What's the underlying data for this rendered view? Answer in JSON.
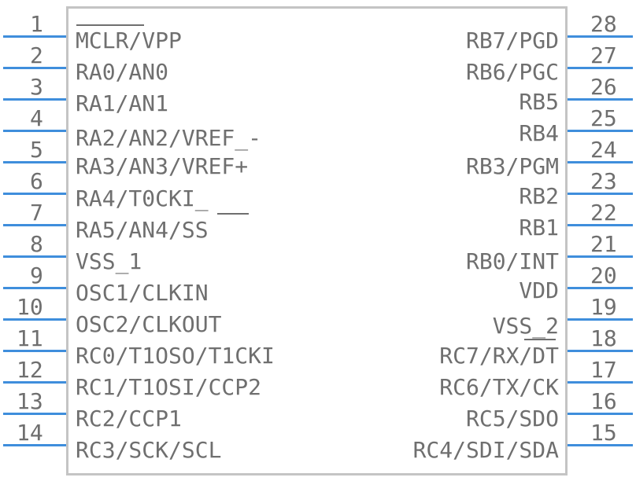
{
  "chip": {
    "left_pins": [
      {
        "num": "1",
        "label": "MCLR/VPP"
      },
      {
        "num": "2",
        "label": "RA0/AN0"
      },
      {
        "num": "3",
        "label": "RA1/AN1"
      },
      {
        "num": "4",
        "label": "RA2/AN2/VREF_-"
      },
      {
        "num": "5",
        "label": "RA3/AN3/VREF+"
      },
      {
        "num": "6",
        "label": "RA4/T0CKI_"
      },
      {
        "num": "7",
        "label": "RA5/AN4/SS"
      },
      {
        "num": "8",
        "label": "VSS_1"
      },
      {
        "num": "9",
        "label": "OSC1/CLKIN"
      },
      {
        "num": "10",
        "label": "OSC2/CLKOUT"
      },
      {
        "num": "11",
        "label": "RC0/T1OSO/T1CKI"
      },
      {
        "num": "12",
        "label": "RC1/T1OSI/CCP2"
      },
      {
        "num": "13",
        "label": "RC2/CCP1"
      },
      {
        "num": "14",
        "label": "RC3/SCK/SCL"
      }
    ],
    "right_pins": [
      {
        "num": "28",
        "label": "RB7/PGD"
      },
      {
        "num": "27",
        "label": "RB6/PGC"
      },
      {
        "num": "26",
        "label": "RB5"
      },
      {
        "num": "25",
        "label": "RB4"
      },
      {
        "num": "24",
        "label": "RB3/PGM"
      },
      {
        "num": "23",
        "label": "RB2"
      },
      {
        "num": "22",
        "label": "RB1"
      },
      {
        "num": "21",
        "label": "RB0/INT"
      },
      {
        "num": "20",
        "label": "VDD"
      },
      {
        "num": "19",
        "label": "VSS_2"
      },
      {
        "num": "18",
        "label": "RC7/RX/DT"
      },
      {
        "num": "17",
        "label": "RC6/TX/CK"
      },
      {
        "num": "16",
        "label": "RC5/SDO"
      },
      {
        "num": "15",
        "label": "RC4/SDI/SDA"
      }
    ]
  },
  "colors": {
    "pin": "#3f8edc",
    "outline": "#c4c4c4",
    "text": "#6f6f6f"
  }
}
